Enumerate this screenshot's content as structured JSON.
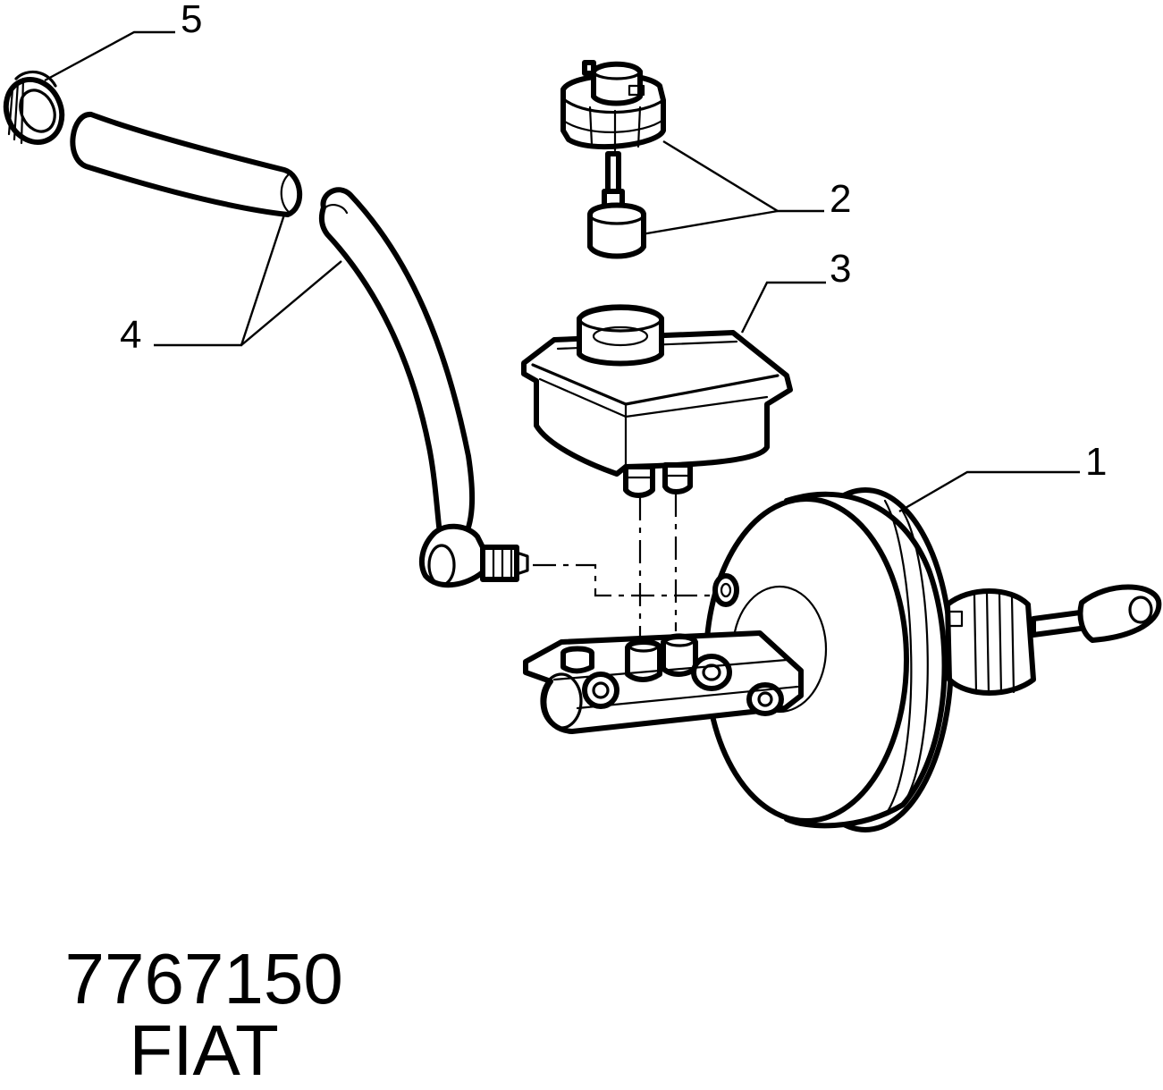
{
  "callouts": [
    {
      "id": "1",
      "label": "1"
    },
    {
      "id": "2",
      "label": "2"
    },
    {
      "id": "3",
      "label": "3"
    },
    {
      "id": "4",
      "label": "4"
    },
    {
      "id": "5",
      "label": "5"
    }
  ],
  "caption": {
    "part_number": "7767150",
    "brand": "FIAT"
  }
}
